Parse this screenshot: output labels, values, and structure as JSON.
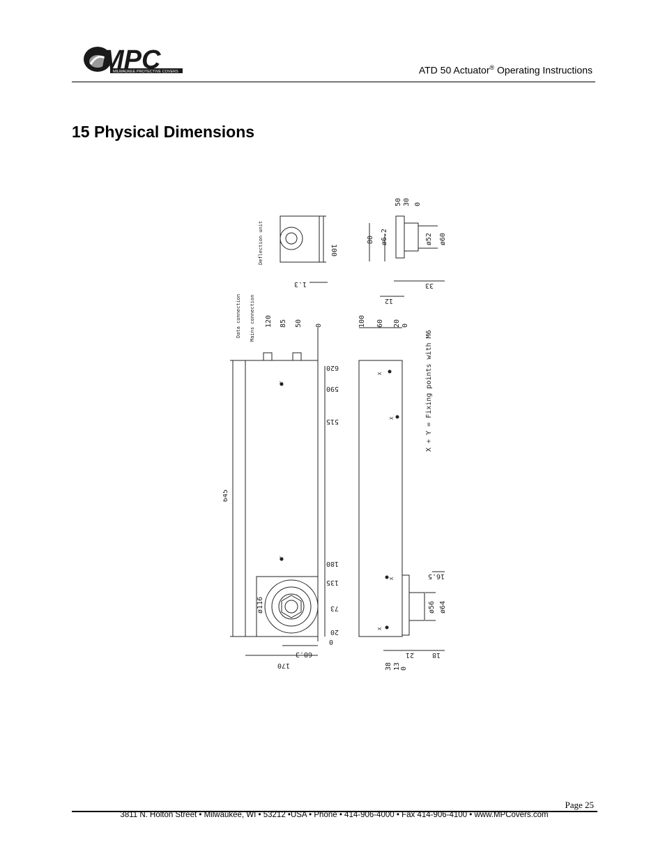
{
  "header": {
    "logo_text": "MPC",
    "logo_tagline": "MILWAUKEE PROTECTIVE COVERS",
    "title_main": "ATD 50 Actuator",
    "title_reg": "®",
    "title_rest": " Operating Instructions"
  },
  "section": {
    "title": "15 Physical Dimensions"
  },
  "drawing": {
    "top_view": {
      "label": "Deflection unit",
      "dims": [
        "100",
        "1.3"
      ]
    },
    "side_top_view": {
      "dims": [
        "50",
        "30",
        "0",
        "80",
        "ø6.2",
        "ø52",
        "ø60",
        "33",
        "12"
      ]
    },
    "front_view": {
      "labels": [
        "Data connection",
        "Mains connection"
      ],
      "top_dims": [
        "120",
        "85",
        "50",
        "0"
      ],
      "right_dims": [
        "620",
        "590",
        "515",
        "180",
        "135",
        "73",
        "20",
        "0"
      ],
      "left_dim": "645",
      "bottom_dims": [
        "68.3",
        "170"
      ],
      "flange_dim": "ø116",
      "markers": [
        "Y",
        "Y"
      ]
    },
    "side_view": {
      "top_dims": [
        "100",
        "60",
        "20",
        "0"
      ],
      "note": "X + Y = Fixing points with M6",
      "right_dims": [
        "16.5",
        "ø56",
        "ø64",
        "18"
      ],
      "bottom_dims": [
        "38",
        "13",
        "0",
        "21"
      ],
      "markers": [
        "X",
        "X",
        "X",
        "X"
      ]
    }
  },
  "footer": {
    "page": "Page 25",
    "address": "3811 N. Holton Street • Milwaukee, WI • 53212 •USA • Phone • 414-906-4000 • Fax 414-906-4100 • www.MPCovers.com"
  }
}
